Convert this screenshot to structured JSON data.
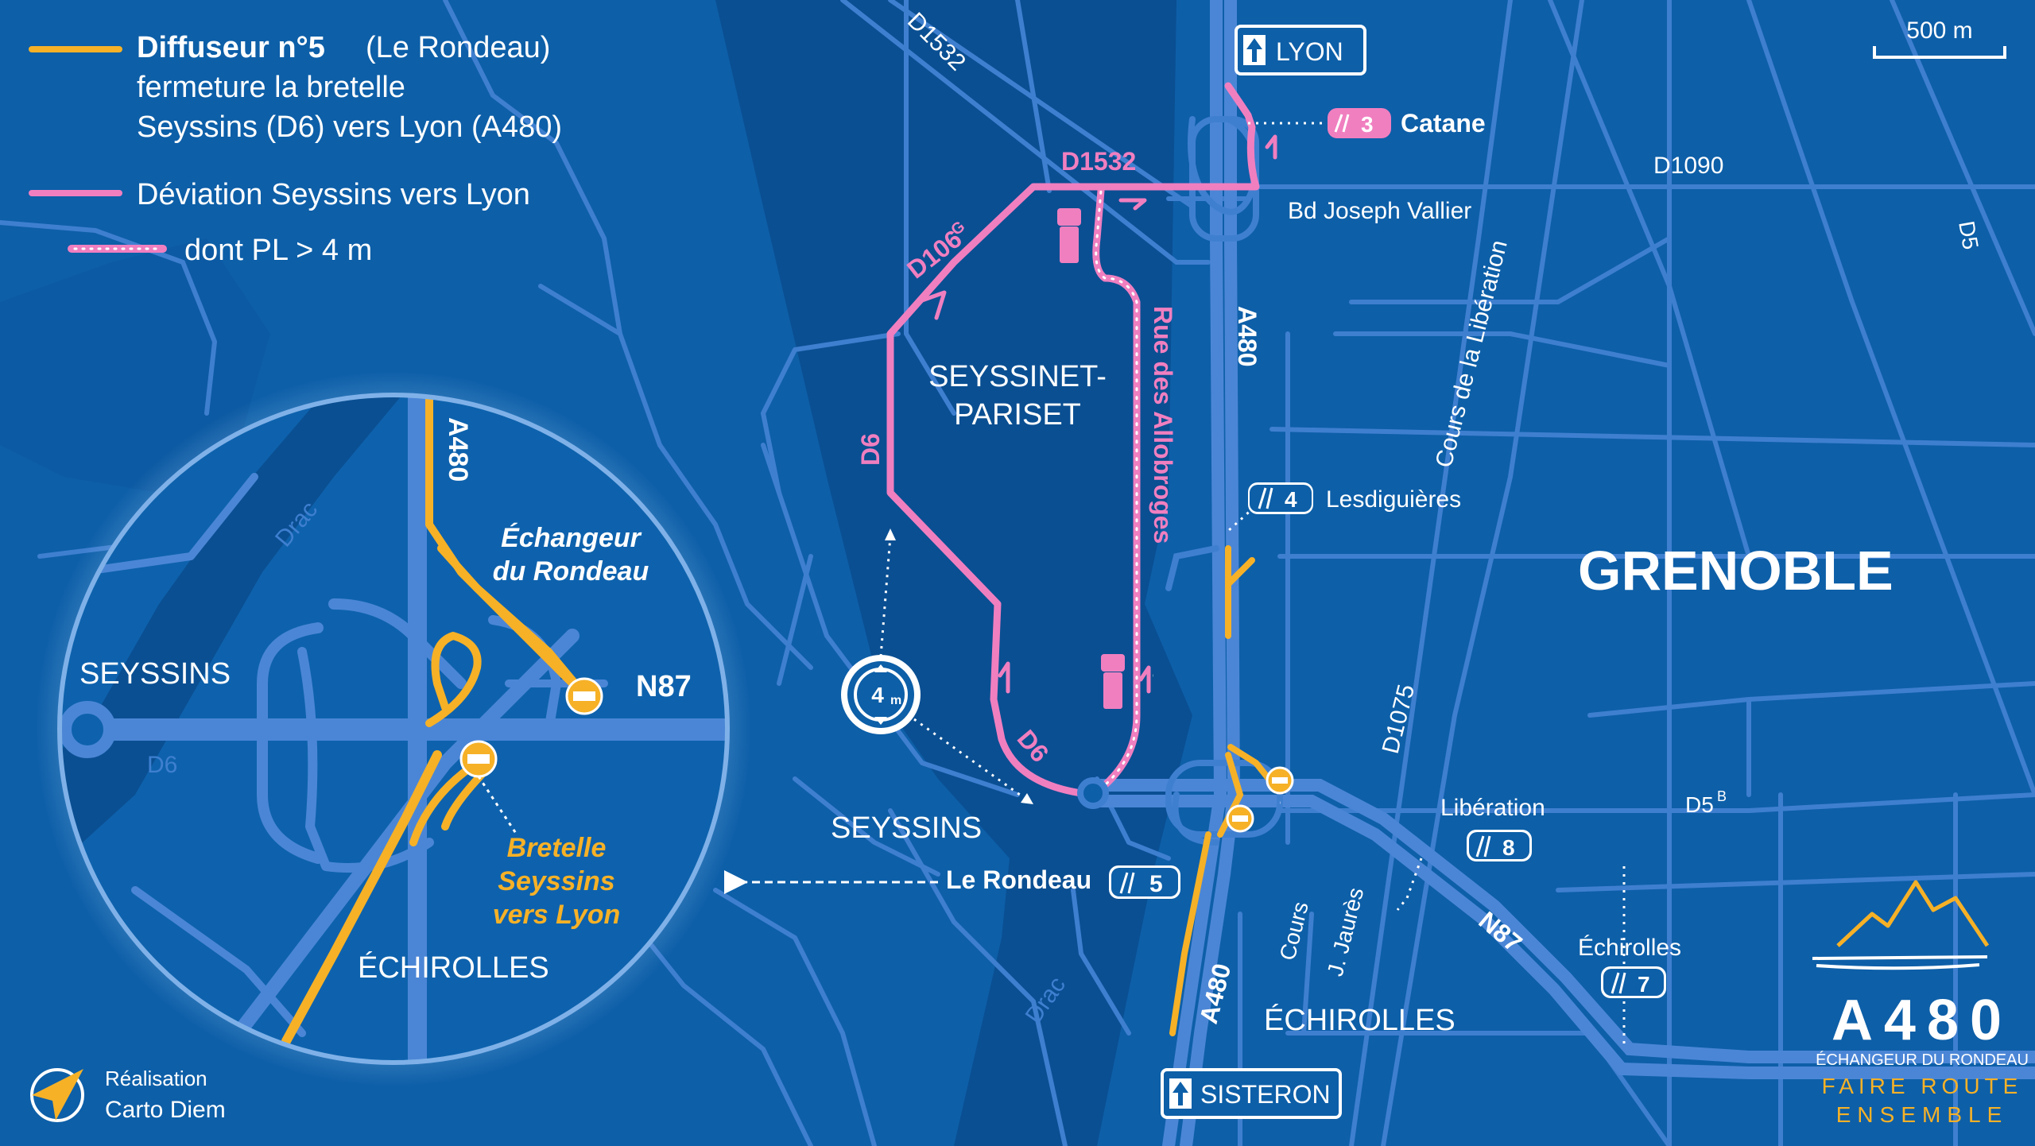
{
  "legend": {
    "closure_title": "Diffuseur n°5",
    "closure_title_suffix": "(Le Rondeau)",
    "closure_line2": "fermeture la bretelle",
    "closure_line3": "Seyssins (D6) vers Lyon (A480)",
    "detour_label": "Déviation Seyssins vers Lyon",
    "truck_label": "dont PL > 4 m"
  },
  "scale": {
    "label": "500 m"
  },
  "signs": {
    "north": "LYON",
    "south": "SISTERON"
  },
  "exits": [
    {
      "number": "3",
      "name": "Catane"
    },
    {
      "number": "4",
      "name": "Lesdiguières"
    },
    {
      "number": "5",
      "name": "Le Rondeau"
    },
    {
      "number": "8",
      "name": "Libération"
    },
    {
      "number": "7",
      "name": "Échirolles"
    }
  ],
  "places": {
    "seyssinet": "SEYSSINET-",
    "pariset": "PARISET",
    "seyssins": "SEYSSINS",
    "echirolles": "ÉCHIROLLES",
    "grenoble": "GRENOBLE"
  },
  "roads": {
    "d1532_a": "D1532",
    "d1532_b": "D1532",
    "d106": "D106",
    "d106_sup": "G",
    "d6": "D6",
    "d1090": "D1090",
    "bd_vallier": "Bd Joseph Vallier",
    "d5": "D5",
    "d5b": "D5",
    "d5b_sup": "B",
    "cours_liberation": "Cours de la Libération",
    "rue_allobroges": "Rue des Allobroges",
    "a480": "A480",
    "d1075": "D1075",
    "cours_jaures_1": "Cours",
    "cours_jaures_2": "J. Jaurès",
    "n87": "N87",
    "drac": "Drac"
  },
  "height_limit": "4",
  "height_unit": "m",
  "inset": {
    "a480": "A480",
    "drac": "Drac",
    "interchange_1": "Échangeur",
    "interchange_2": "du Rondeau",
    "n87": "N87",
    "seyssins": "SEYSSINS",
    "d6": "D6",
    "ramp_1": "Bretelle",
    "ramp_2": "Seyssins",
    "ramp_3": "vers Lyon",
    "echirolles": "ÉCHIROLLES"
  },
  "credit": {
    "line1": "Réalisation",
    "line2": "Carto Diem"
  },
  "brand": {
    "title": "A480",
    "subtitle": "ÉCHANGEUR DU RONDEAU",
    "slogan1": "FAIRE ROUTE",
    "slogan2": "ENSEMBLE"
  },
  "colors": {
    "background": "#0d5fa8",
    "river": "#0a4f92",
    "road": "#3f7fd0",
    "closure": "#f6b127",
    "detour": "#f07fc0",
    "text": "#ffffff"
  }
}
